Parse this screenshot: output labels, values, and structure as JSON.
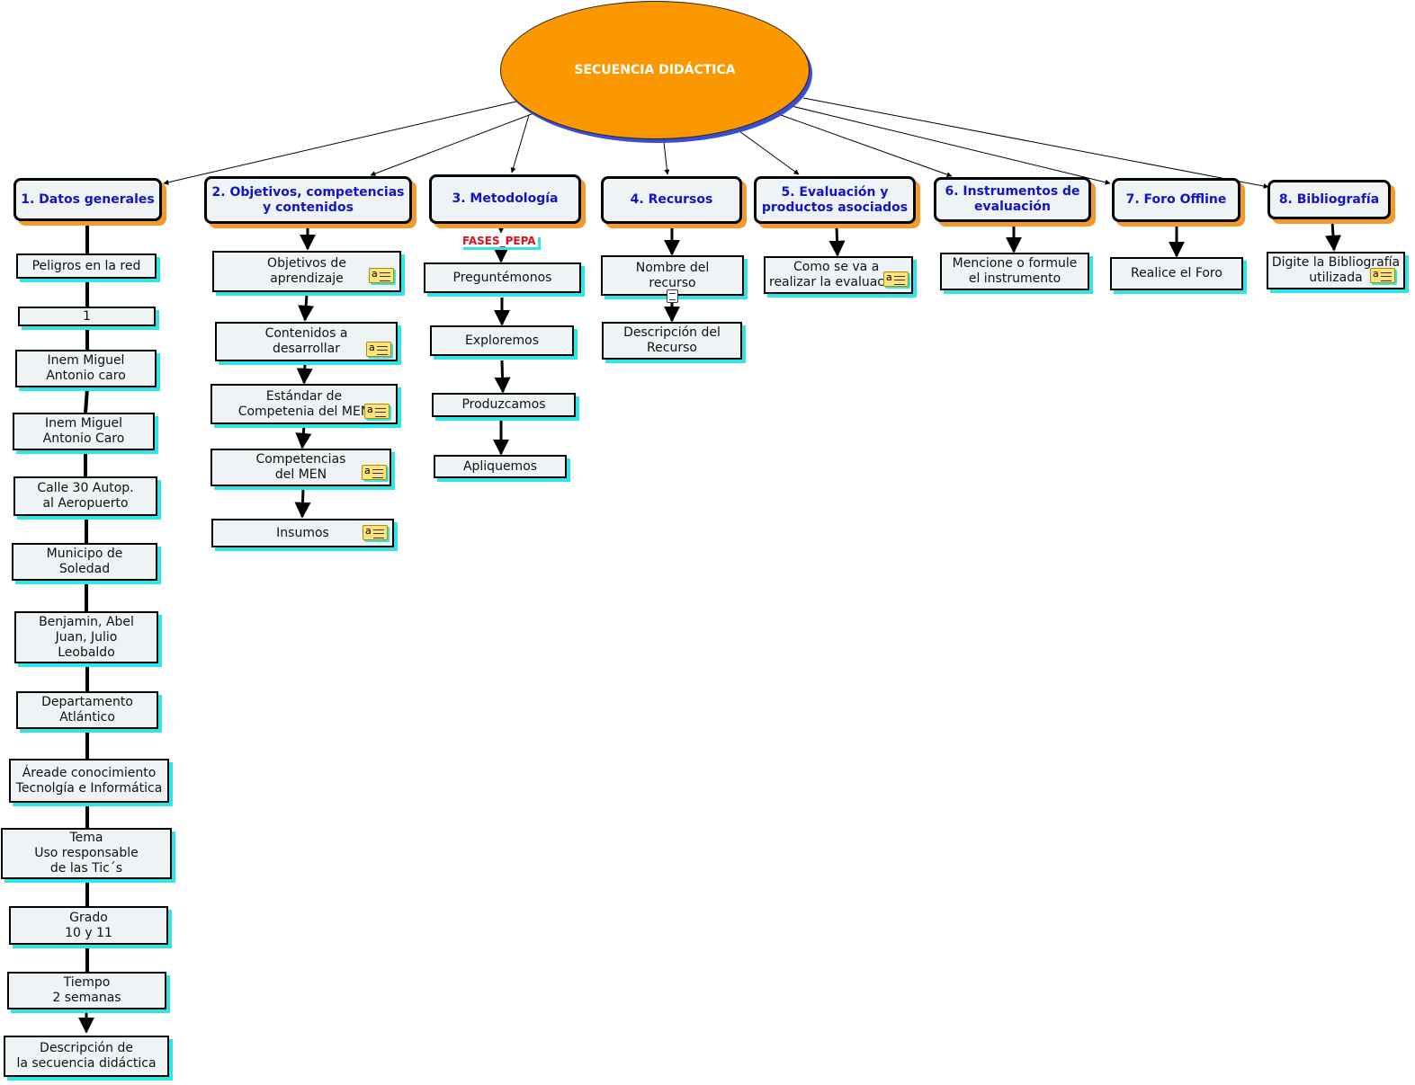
{
  "title": "SECUENCIA DIDÁCTICA",
  "heads": {
    "h1": "1. Datos generales",
    "h2": "2. Objetivos, competencias\ny contenidos",
    "h3": "3. Metodología",
    "h4": "4. Recursos",
    "h5": "5. Evaluación y\nproductos asociados",
    "h6": "6. Instrumentos de\nevaluación",
    "h7": "7. Foro Offline",
    "h8": "8. Bibliografía"
  },
  "datos": [
    "Peligros en la red",
    "1",
    "Inem Miguel\nAntonio caro",
    "Inem Miguel\nAntonio Caro",
    "Calle 30 Autop.\nal Aeropuerto",
    "Municipo de\nSoledad",
    "Benjamin, Abel\nJuan, Julio\nLeobaldo",
    "Departamento\nAtlántico",
    "Áreade conocimiento\nTecnolgía e Informática",
    "Tema\nUso responsable\nde las Tic´s",
    "Grado\n10 y 11",
    "Tiempo\n2 semanas",
    "Descripción de\nla secuencia didáctica"
  ],
  "objetivos": [
    "Objetivos de\naprendizaje",
    "Contenidos a\ndesarrollar",
    "Estándar de\nCompetenia del MEN",
    "Competencias\ndel MEN",
    "Insumos"
  ],
  "fases_label": "FASES_PEPA",
  "metodologia": [
    "Preguntémonos",
    "Exploremos",
    "Produzcamos",
    "Apliquemos"
  ],
  "recursos": [
    "Nombre del\nrecurso",
    "Descripción del\nRecurso"
  ],
  "evaluacion": "Como se va a\nrealizar la evaluación",
  "instrumentos": "Mencione o formule\nel instrumento",
  "foro": "Realice el Foro",
  "bibliografia": "Digite la Bibliografía\nutilizada",
  "note_glyph": "a",
  "colors": {
    "ellipse": "#fb9800",
    "ellipse_shadow": "#3a4cd6",
    "head_text": "#1313c8",
    "head_shadow": "#f39a2a",
    "node_shadow": "#2fe6e6",
    "node_fill": "#eef4f5",
    "fases_text": "#e0101a"
  }
}
